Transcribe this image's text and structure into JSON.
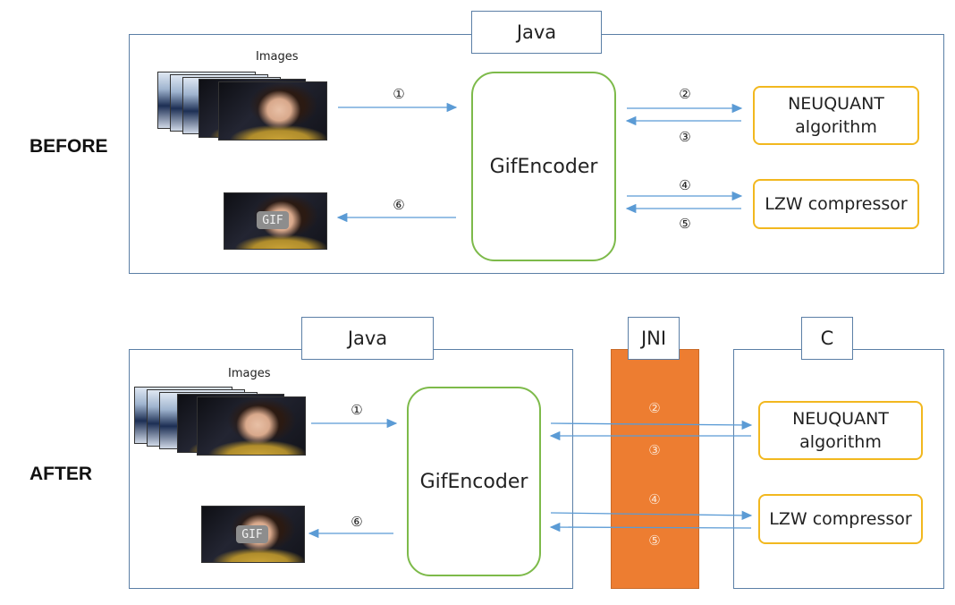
{
  "before": {
    "side_label": "BEFORE",
    "container_label": "Java",
    "images_label": "Images",
    "encoder_label": "GifEncoder",
    "algorithm_label": "NEUQUANT\nalgorithm",
    "compressor_label": "LZW compressor",
    "gif_label": "GIF",
    "steps": [
      "①",
      "②",
      "③",
      "④",
      "⑤",
      "⑥"
    ]
  },
  "after": {
    "side_label": "AFTER",
    "java_label": "Java",
    "jni_label": "JNI",
    "c_label": "C",
    "images_label": "Images",
    "encoder_label": "GifEncoder",
    "algorithm_label": "NEUQUANT\nalgorithm",
    "compressor_label": "LZW compressor",
    "gif_label": "GIF",
    "steps": [
      "①",
      "②",
      "③",
      "④",
      "⑤",
      "⑥"
    ]
  },
  "colors": {
    "frame": "#5b7fa6",
    "encoder_border": "#7dba4a",
    "algorithm_border": "#f2b81f",
    "jni_fill": "#ed7d31",
    "arrow": "#5b9bd5"
  }
}
